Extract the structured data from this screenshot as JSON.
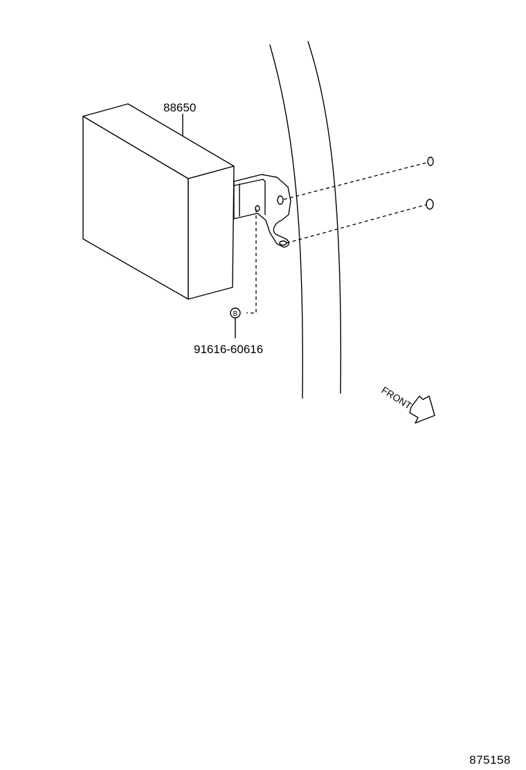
{
  "parts": {
    "module_part_number": "88650",
    "bolt_part_number": "91616-60616",
    "bolt_callout_symbol": "B"
  },
  "orientation": {
    "direction_label": "FRONT"
  },
  "figure": {
    "number": "875158"
  }
}
